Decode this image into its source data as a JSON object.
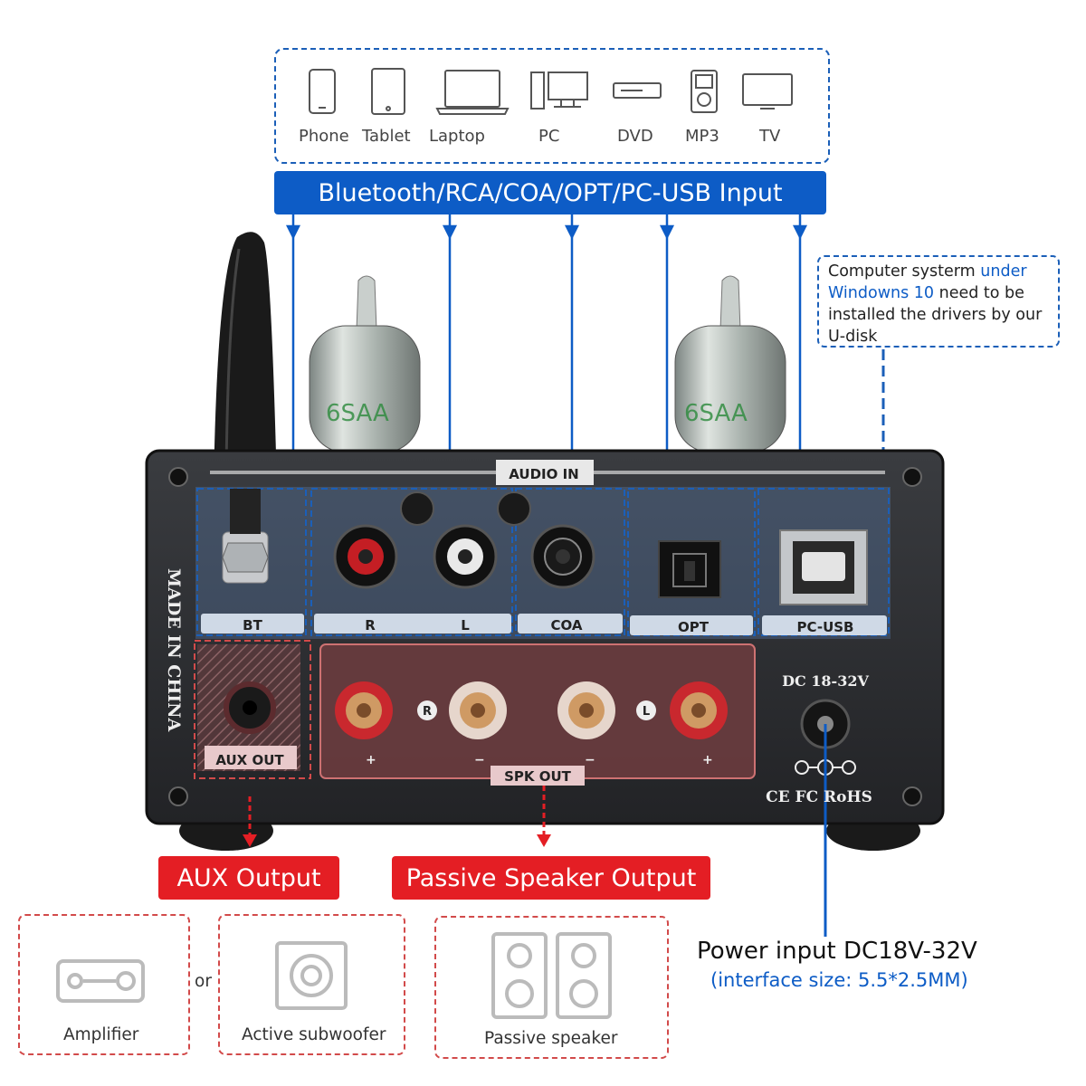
{
  "devices": [
    {
      "label": "Phone",
      "icon": "phone-icon"
    },
    {
      "label": "Tablet",
      "icon": "tablet-icon"
    },
    {
      "label": "Laptop",
      "icon": "laptop-icon"
    },
    {
      "label": "PC",
      "icon": "pc-icon"
    },
    {
      "label": "DVD",
      "icon": "dvd-icon"
    },
    {
      "label": "MP3",
      "icon": "mp3-icon"
    },
    {
      "label": "TV",
      "icon": "tv-icon"
    }
  ],
  "input_banner": "Bluetooth/RCA/COA/OPT/PC-USB Input",
  "usb_note": {
    "line1a": "Computer systerm ",
    "line1b": "under",
    "line2a": "Windowns 10",
    "line2b": " need to be",
    "line3": "installed the drivers by our",
    "line4": "U-disk"
  },
  "panel": {
    "audio_in": "AUDIO IN",
    "made_in": "MADE IN CHINA",
    "ports": {
      "bt": "BT",
      "r": "R",
      "l": "L",
      "coa": "COA",
      "opt": "OPT",
      "pcusb": "PC-USB"
    },
    "aux_out": "AUX OUT",
    "spk_out": "SPK OUT",
    "spk_r": "R",
    "spk_l": "L",
    "dc": "DC 18-32V",
    "certs": "CE FC RoHS"
  },
  "outputs": {
    "aux_title": "AUX Output",
    "speaker_title": "Passive Speaker Output",
    "amplifier": "Amplifier",
    "or": "or",
    "subwoofer": "Active subwoofer",
    "passive": "Passive speaker"
  },
  "power": {
    "title": "Power input DC18V-32V",
    "subtitle": "(interface size: 5.5*2.5MM)"
  },
  "colors": {
    "blue": "#0d5cc6",
    "red": "#e41e24",
    "panel": "#2b2d30"
  }
}
